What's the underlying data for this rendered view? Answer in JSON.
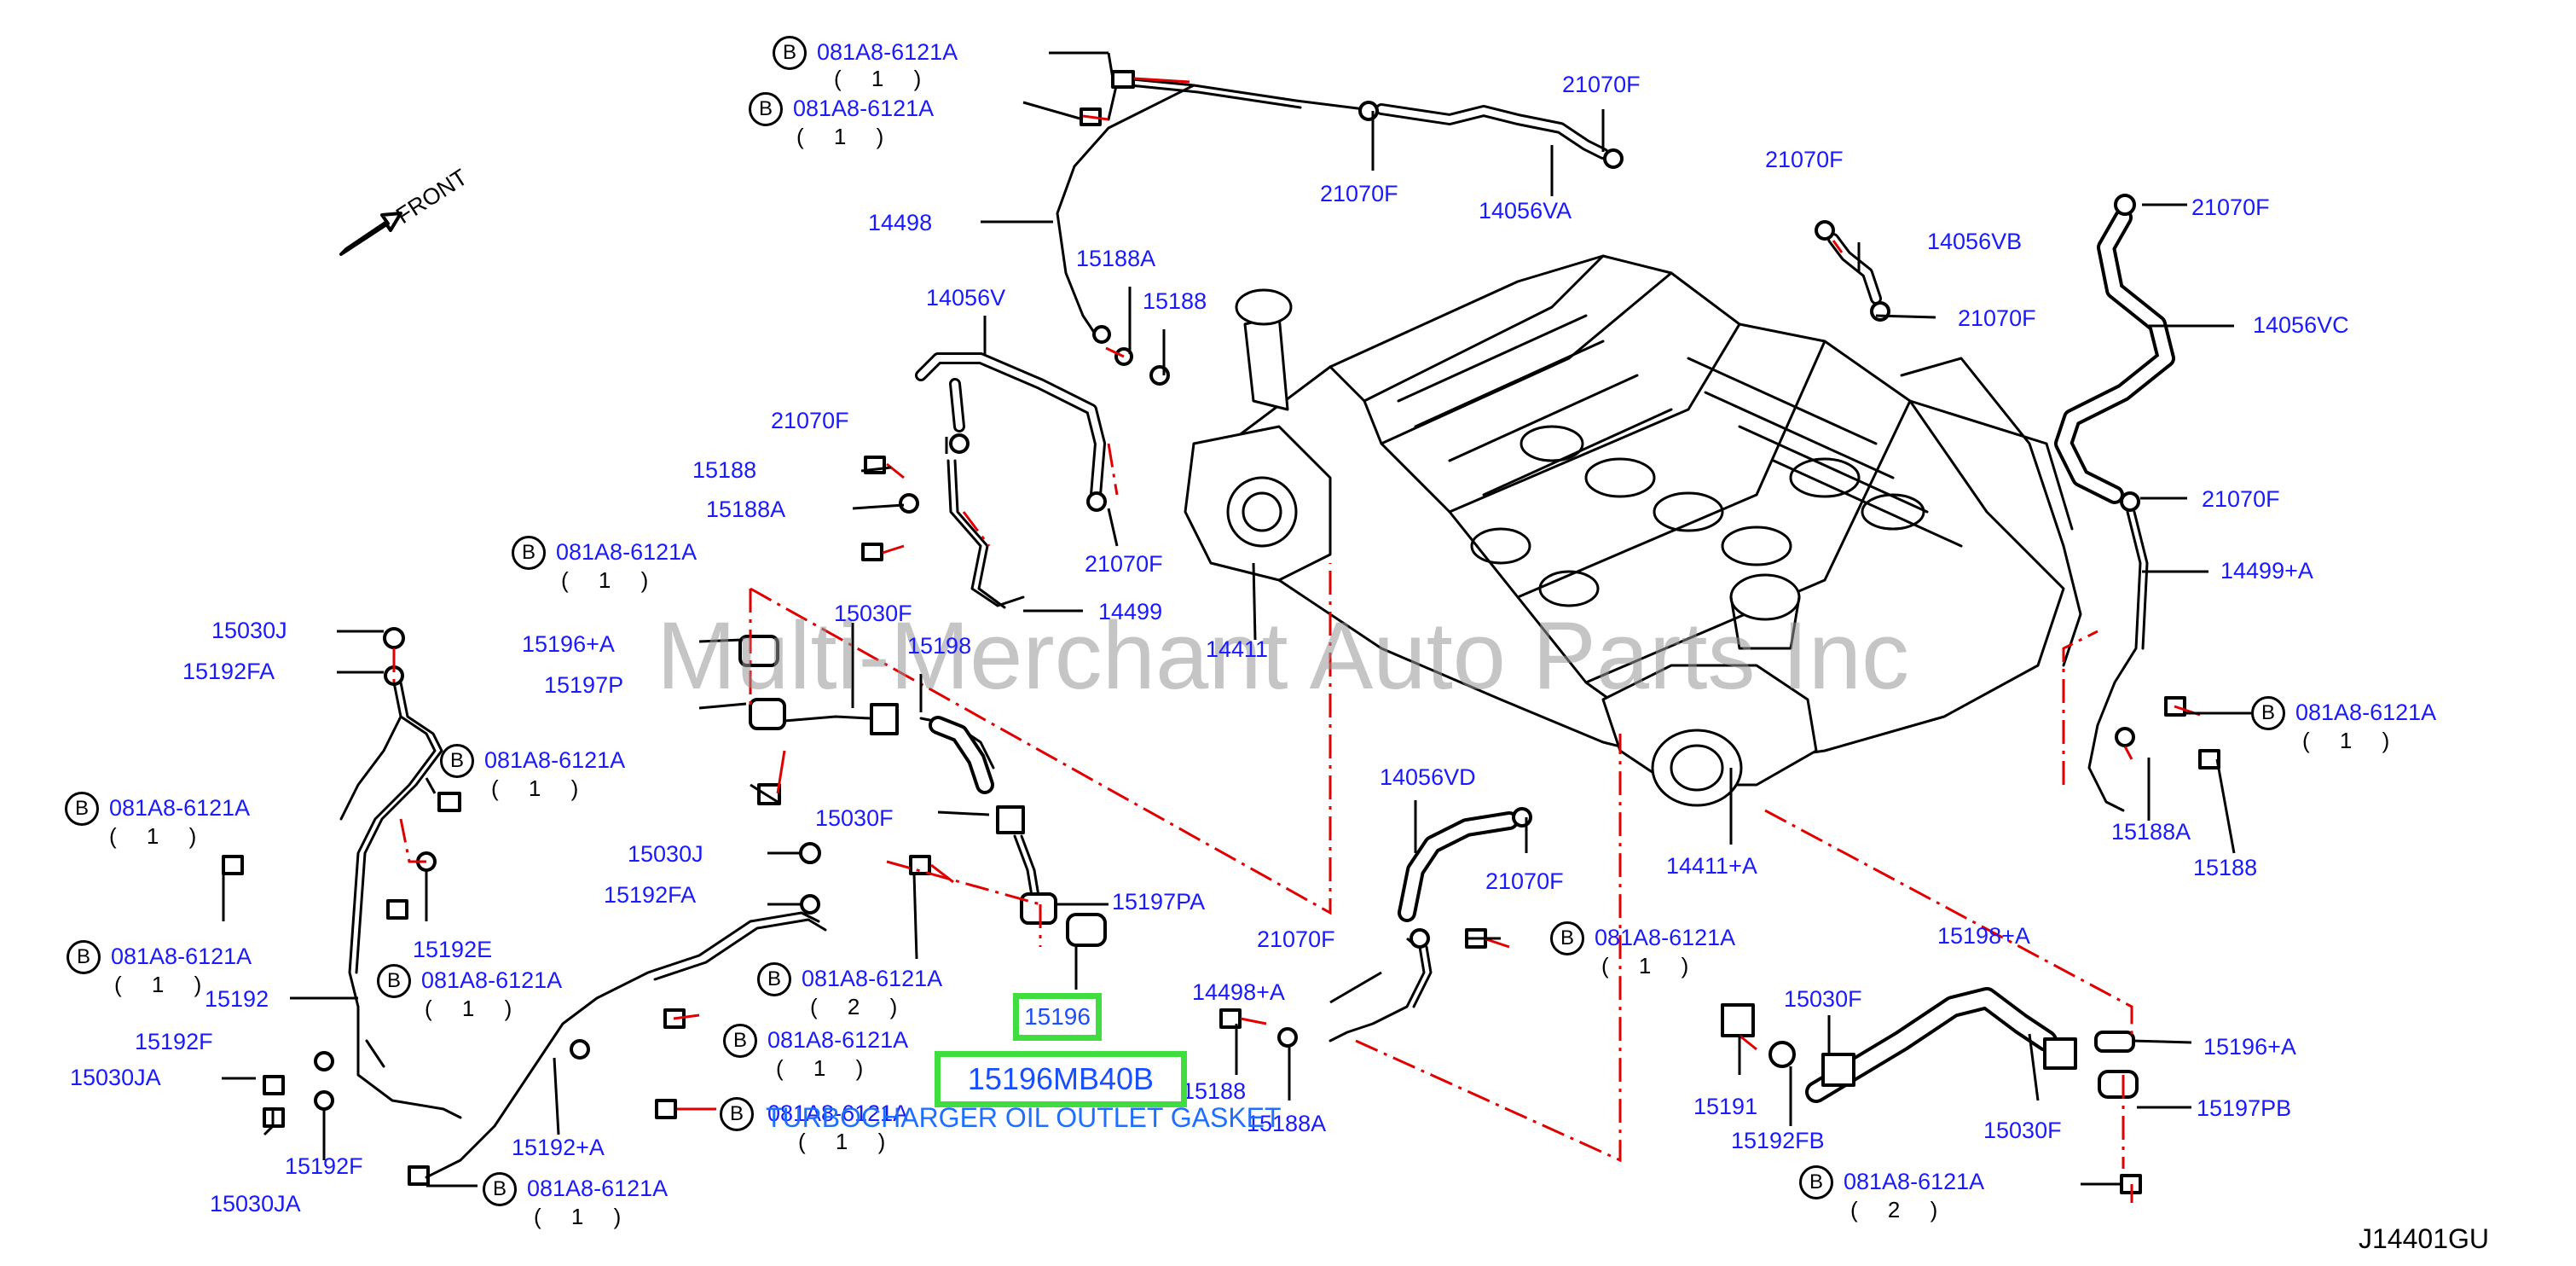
{
  "diagram": {
    "direction_label": "FRONT",
    "diagram_code": "J14401GU",
    "watermark": "Multi-Merchant Auto Parts Inc",
    "selected_part": {
      "number": "15196",
      "part_code": "15196MB40B",
      "description": "TURBOCHARGER OIL OUTLET GASKET"
    },
    "bolt_symbol": "B",
    "labels": {
      "p_21070F_a": "21070F",
      "p_14056VA": "14056VA",
      "p_21070F_b": "21070F",
      "p_14498": "14498",
      "p_15188A_a": "15188A",
      "p_15188_a": "15188",
      "p_14056V": "14056V",
      "p_21070F_c": "21070F",
      "p_15188_b": "15188",
      "p_15188A_b": "15188A",
      "p_21070F_d": "21070F",
      "p_14499": "14499",
      "p_14411": "14411",
      "p_21070F_e": "21070F",
      "p_14056VB": "14056VB",
      "p_21070F_f": "21070F",
      "p_21070F_g": "21070F",
      "p_14056VC": "14056VC",
      "p_21070F_h": "21070F",
      "p_14499A": "14499+A",
      "p_15188A_c": "15188A",
      "p_15188_c": "15188",
      "p_14411A": "14411+A",
      "p_15030J_a": "15030J",
      "p_15192FA_a": "15192FA",
      "p_15196A_a": "15196+A",
      "p_15197P": "15197P",
      "p_15030F_a": "15030F",
      "p_15198": "15198",
      "p_15030F_b": "15030F",
      "p_15197PA": "15197PA",
      "p_15030J_b": "15030J",
      "p_15192FA_b": "15192FA",
      "p_15192E": "15192E",
      "p_15192": "15192",
      "p_15192F_a": "15192F",
      "p_15030JA_a": "15030JA",
      "p_15192F_b": "15192F",
      "p_15030JA_b": "15030JA",
      "p_15192A": "15192+A",
      "p_14056VD": "14056VD",
      "p_21070F_i": "21070F",
      "p_21070F_j": "21070F",
      "p_14498A": "14498+A",
      "p_15188_d": "15188",
      "p_15188A_d": "15188A",
      "p_15198A": "15198+A",
      "p_15030F_c": "15030F",
      "p_15196A_b": "15196+A",
      "p_15191": "15191",
      "p_15192FB": "15192FB",
      "p_15030F_d": "15030F",
      "p_15197PB": "15197PB"
    },
    "bolt_refs": [
      {
        "code": "081A8-6121A",
        "qty": "( 1 )"
      },
      {
        "code": "081A8-6121A",
        "qty": "( 1 )"
      },
      {
        "code": "081A8-6121A",
        "qty": "( 1 )"
      },
      {
        "code": "081A8-6121A",
        "qty": "( 1 )"
      },
      {
        "code": "081A8-6121A",
        "qty": "( 1 )"
      },
      {
        "code": "081A8-6121A",
        "qty": "( 1 )"
      },
      {
        "code": "081A8-6121A",
        "qty": "( 1 )"
      },
      {
        "code": "081A8-6121A",
        "qty": "( 2 )"
      },
      {
        "code": "081A8-6121A",
        "qty": "( 1 )"
      },
      {
        "code": "081A8-6121A",
        "qty": "( 1 )"
      },
      {
        "code": "081A8-6121A",
        "qty": "( 1 )"
      },
      {
        "code": "081A8-6121A",
        "qty": "( 1 )"
      },
      {
        "code": "081A8-6121A",
        "qty": "( 1 )"
      },
      {
        "code": "081A8-6121A",
        "qty": "( 2 )"
      }
    ]
  }
}
